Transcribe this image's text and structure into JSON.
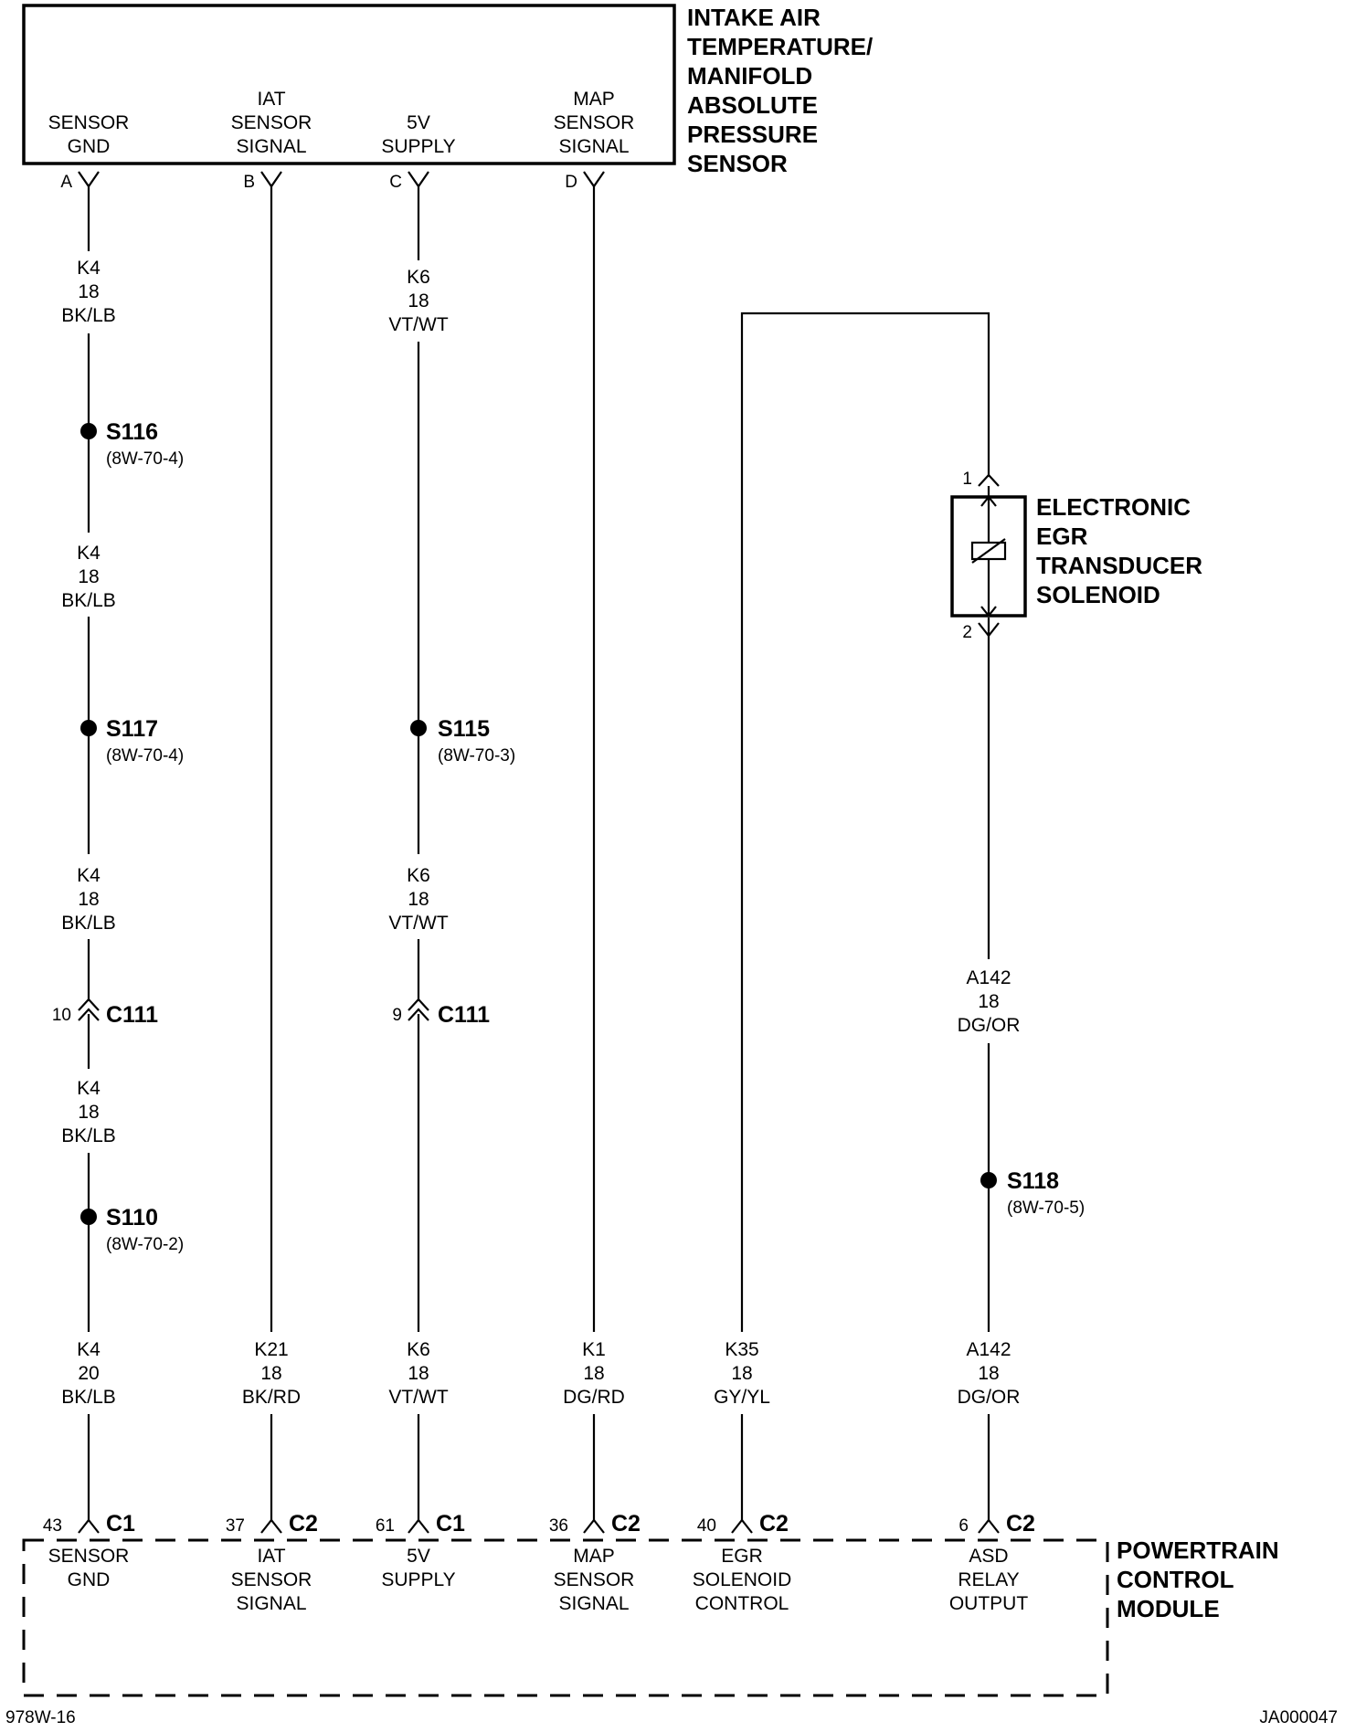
{
  "sensor": {
    "title_lines": [
      "INTAKE AIR",
      "TEMPERATURE/",
      "MANIFOLD",
      "ABSOLUTE",
      "PRESSURE",
      "SENSOR"
    ],
    "pins": [
      {
        "pin": "A",
        "label_lines": [
          "SENSOR",
          "GND"
        ]
      },
      {
        "pin": "B",
        "label_lines": [
          "IAT",
          "SENSOR",
          "SIGNAL"
        ]
      },
      {
        "pin": "C",
        "label_lines": [
          "5V",
          "SUPPLY"
        ]
      },
      {
        "pin": "D",
        "label_lines": [
          "MAP",
          "SENSOR",
          "SIGNAL"
        ]
      }
    ]
  },
  "solenoid": {
    "title_lines": [
      "ELECTRONIC",
      "EGR",
      "TRANSDUCER",
      "SOLENOID"
    ],
    "pin_top": "1",
    "pin_bottom": "2"
  },
  "pcm": {
    "title_lines": [
      "POWERTRAIN",
      "CONTROL",
      "MODULE"
    ],
    "pins": [
      {
        "pin": "43",
        "connector": "C1",
        "label_lines": [
          "SENSOR",
          "GND"
        ]
      },
      {
        "pin": "37",
        "connector": "C2",
        "label_lines": [
          "IAT",
          "SENSOR",
          "SIGNAL"
        ]
      },
      {
        "pin": "61",
        "connector": "C1",
        "label_lines": [
          "5V",
          "SUPPLY"
        ]
      },
      {
        "pin": "36",
        "connector": "C2",
        "label_lines": [
          "MAP",
          "SENSOR",
          "SIGNAL"
        ]
      },
      {
        "pin": "40",
        "connector": "C2",
        "label_lines": [
          "EGR",
          "SOLENOID",
          "CONTROL"
        ]
      },
      {
        "pin": "6",
        "connector": "C2",
        "label_lines": [
          "ASD",
          "RELAY",
          "OUTPUT"
        ]
      }
    ]
  },
  "wire_labels": {
    "a1": [
      "K4",
      "18",
      "BK/LB"
    ],
    "a2": [
      "K4",
      "18",
      "BK/LB"
    ],
    "a3": [
      "K4",
      "18",
      "BK/LB"
    ],
    "a4": [
      "K4",
      "18",
      "BK/LB"
    ],
    "a5": [
      "K4",
      "20",
      "BK/LB"
    ],
    "b5": [
      "K21",
      "18",
      "BK/RD"
    ],
    "c1": [
      "K6",
      "18",
      "VT/WT"
    ],
    "c3": [
      "K6",
      "18",
      "VT/WT"
    ],
    "c5": [
      "K6",
      "18",
      "VT/WT"
    ],
    "d5": [
      "K1",
      "18",
      "DG/RD"
    ],
    "e5": [
      "K35",
      "18",
      "GY/YL"
    ],
    "f3": [
      "A142",
      "18",
      "DG/OR"
    ],
    "f5": [
      "A142",
      "18",
      "DG/OR"
    ]
  },
  "splices": {
    "s116": {
      "name": "S116",
      "ref": "(8W-70-4)"
    },
    "s117": {
      "name": "S117",
      "ref": "(8W-70-4)"
    },
    "s115": {
      "name": "S115",
      "ref": "(8W-70-3)"
    },
    "s110": {
      "name": "S110",
      "ref": "(8W-70-2)"
    },
    "s118": {
      "name": "S118",
      "ref": "(8W-70-5)"
    }
  },
  "inline_connectors": {
    "c111_a": {
      "pin": "10",
      "name": "C111"
    },
    "c111_c": {
      "pin": "9",
      "name": "C111"
    }
  },
  "footer": {
    "left": "978W-16",
    "right": "JA000047"
  }
}
